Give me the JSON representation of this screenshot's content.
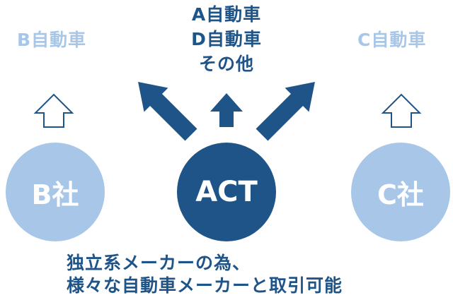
{
  "makers": {
    "b_side": "B自動車",
    "c_side": "C自動車",
    "center": [
      "A自動車",
      "D自動車",
      "その他"
    ]
  },
  "companies": {
    "b": "B社",
    "act": "ACT",
    "c": "C社"
  },
  "description": [
    "独立系メーカーの為、",
    "様々な自動車メーカーと取引可能"
  ],
  "colors": {
    "dark_blue": "#1e5487",
    "light_blue": "#a8c7e8"
  }
}
